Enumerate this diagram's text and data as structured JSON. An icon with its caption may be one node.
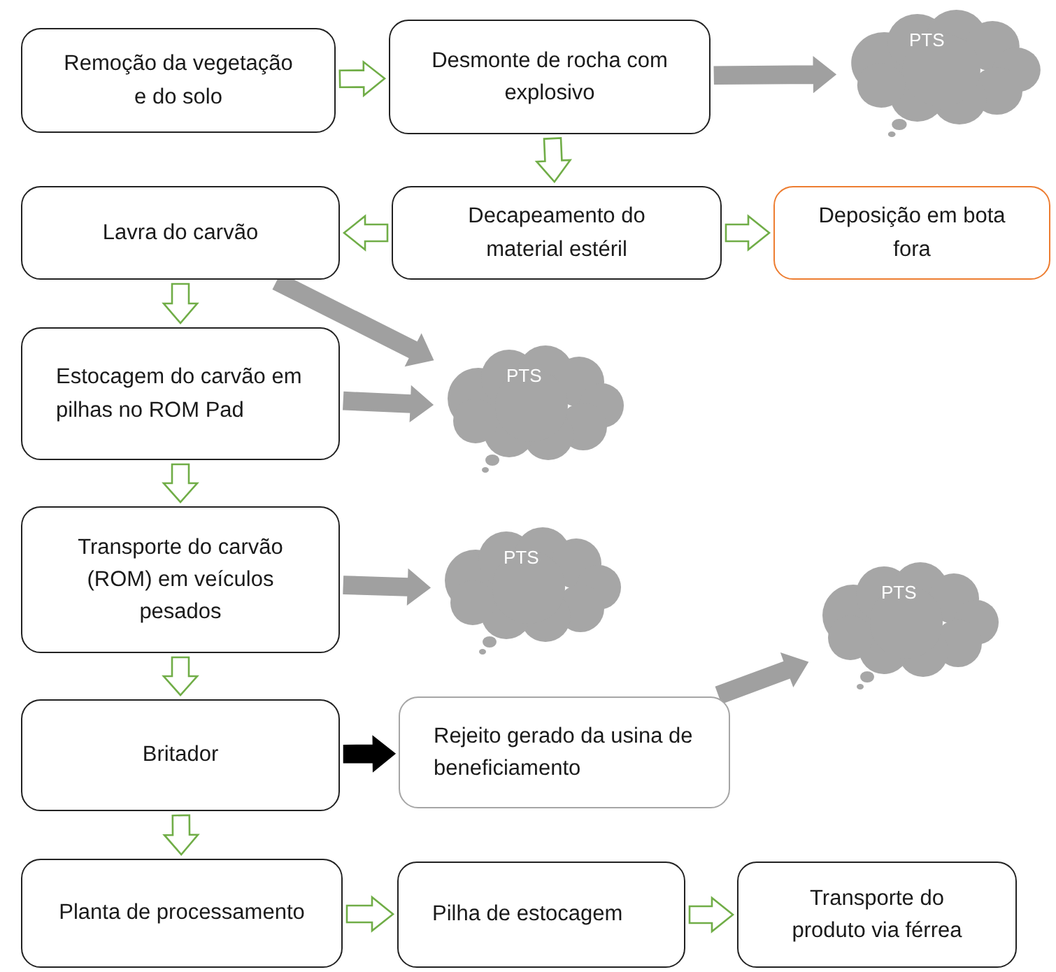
{
  "diagram": {
    "nodes": [
      {
        "text": [
          "Remoção da vegetação e do solo"
        ]
      },
      {
        "text": [
          "Desmonte de rocha com explosivo"
        ]
      },
      {
        "text": [
          "PTS"
        ]
      },
      {
        "text": [
          "Lavra do carvão"
        ]
      },
      {
        "text": [
          "Decapeamento do material estéril"
        ]
      },
      {
        "text": [
          "Deposição em bota fora"
        ]
      },
      {
        "text": [
          "Estocagem do carvão em pilhas no ROM Pad"
        ]
      },
      {
        "text": [
          "PTS"
        ]
      },
      {
        "text": [
          "Transporte do carvão (ROM) em veículos pesados"
        ]
      },
      {
        "text": [
          "PTS"
        ]
      },
      {
        "text": [
          "PTS"
        ]
      },
      {
        "text": [
          "Britador"
        ]
      },
      {
        "text": [
          "Rejeito gerado da usina de beneficiamento"
        ]
      },
      {
        "text": [
          "Planta de processamento"
        ]
      },
      {
        "text": [
          "Pilha de estocagem"
        ]
      },
      {
        "text": [
          "Transporte do produto via férrea"
        ]
      }
    ],
    "edges": [
      {
        "from": 0,
        "to": 1,
        "arrow": "to"
      },
      {
        "from": 1,
        "to": 2,
        "arrow": "to",
        "color": "#a0a0a0"
      },
      {
        "from": 1,
        "to": 4,
        "arrow": "to"
      },
      {
        "from": 4,
        "to": 3,
        "arrow": "to"
      },
      {
        "from": 4,
        "to": 5,
        "arrow": "to"
      },
      {
        "from": 3,
        "to": 6,
        "arrow": "to"
      },
      {
        "from": 3,
        "to": 7,
        "arrow": "to",
        "color": "#a0a0a0"
      },
      {
        "from": 6,
        "to": 7,
        "arrow": "to",
        "color": "#a0a0a0"
      },
      {
        "from": 6,
        "to": 8,
        "arrow": "to"
      },
      {
        "from": 8,
        "to": 9,
        "arrow": "to",
        "color": "#a0a0a0"
      },
      {
        "from": 8,
        "to": 11,
        "arrow": "to"
      },
      {
        "from": 11,
        "to": 12,
        "arrow": "to",
        "color": "#000000"
      },
      {
        "from": 12,
        "to": 10,
        "arrow": "to",
        "color": "#a0a0a0"
      },
      {
        "from": 11,
        "to": 13,
        "arrow": "to"
      },
      {
        "from": 13,
        "to": 14,
        "arrow": "to"
      },
      {
        "from": 14,
        "to": 15,
        "arrow": "to"
      }
    ]
  }
}
